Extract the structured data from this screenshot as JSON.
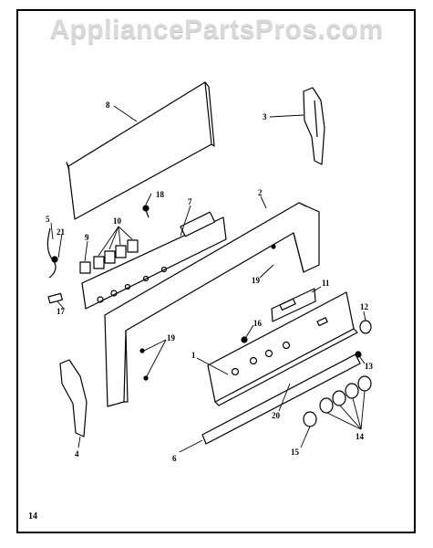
{
  "watermark": "AppliancePartsPros.com",
  "page_number": "14",
  "callouts": [
    "1",
    "2",
    "3",
    "4",
    "5",
    "6",
    "7",
    "8",
    "9",
    "10",
    "11",
    "12",
    "13",
    "14",
    "15",
    "16",
    "17",
    "18",
    "19",
    "20",
    "21"
  ],
  "colors": {
    "ink": "#000000",
    "watermark": "#d9d9d9",
    "background": "#ffffff"
  }
}
